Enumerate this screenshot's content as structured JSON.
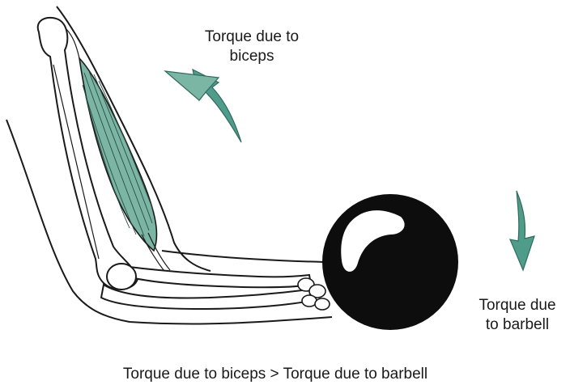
{
  "labels": {
    "biceps_line1": "Torque due to",
    "biceps_line2": "biceps",
    "barbell_line1": "Torque due",
    "barbell_line2": "to barbell",
    "caption": "Torque due to biceps > Torque due to barbell"
  },
  "colors": {
    "muscle": "#7bb5a4",
    "arrow": "#4f9c8a",
    "barbell": "#0d0d0d",
    "line": "#1a1a1a"
  },
  "icons": {
    "biceps_arrow": "curved-arrow-counterclockwise-icon",
    "barbell_arrow": "downward-arrow-icon"
  }
}
